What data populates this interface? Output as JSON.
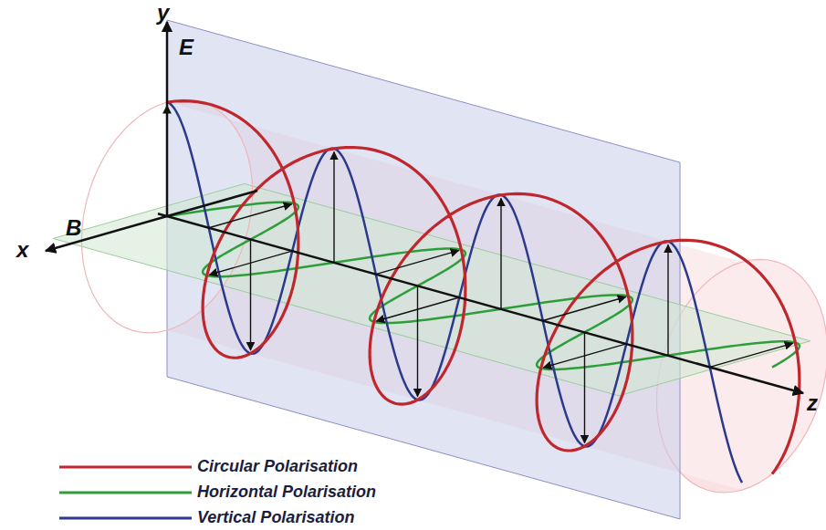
{
  "diagram": {
    "labels": [
      "y",
      "E",
      "x",
      "B",
      "z"
    ],
    "legend": [
      {
        "text": "Circular Polarisation"
      },
      {
        "text": "Horizontal Polarisation"
      },
      {
        "text": "Vertical Polarisation"
      }
    ]
  }
}
